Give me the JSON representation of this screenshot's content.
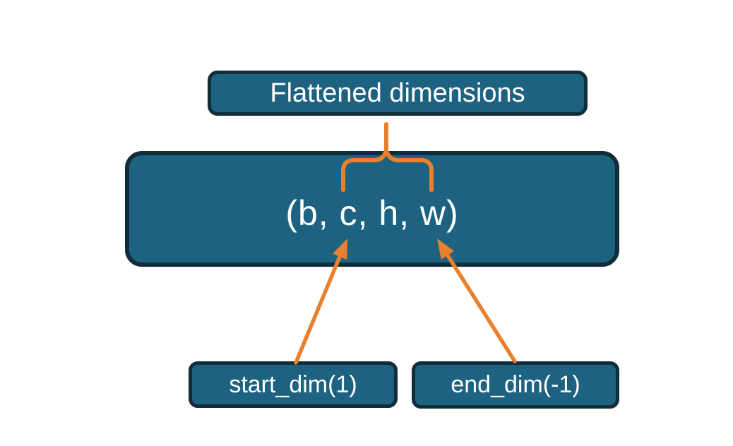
{
  "colors": {
    "background": "#ffffff",
    "box_fill": "#1d6281",
    "box_border": "#112d3a",
    "accent": "#e8802e",
    "text": "#ffffff"
  },
  "boxes": {
    "flattened": {
      "label": "Flattened dimensions"
    },
    "tensor": {
      "label": "(b, c, h, w)"
    },
    "start_dim": {
      "label": "start_dim(1)"
    },
    "end_dim": {
      "label": "end_dim(-1)"
    }
  },
  "annotations": {
    "brace": "flatten-range-brace",
    "start_arrow": "start-dim-arrow",
    "end_arrow": "end-dim-arrow"
  }
}
